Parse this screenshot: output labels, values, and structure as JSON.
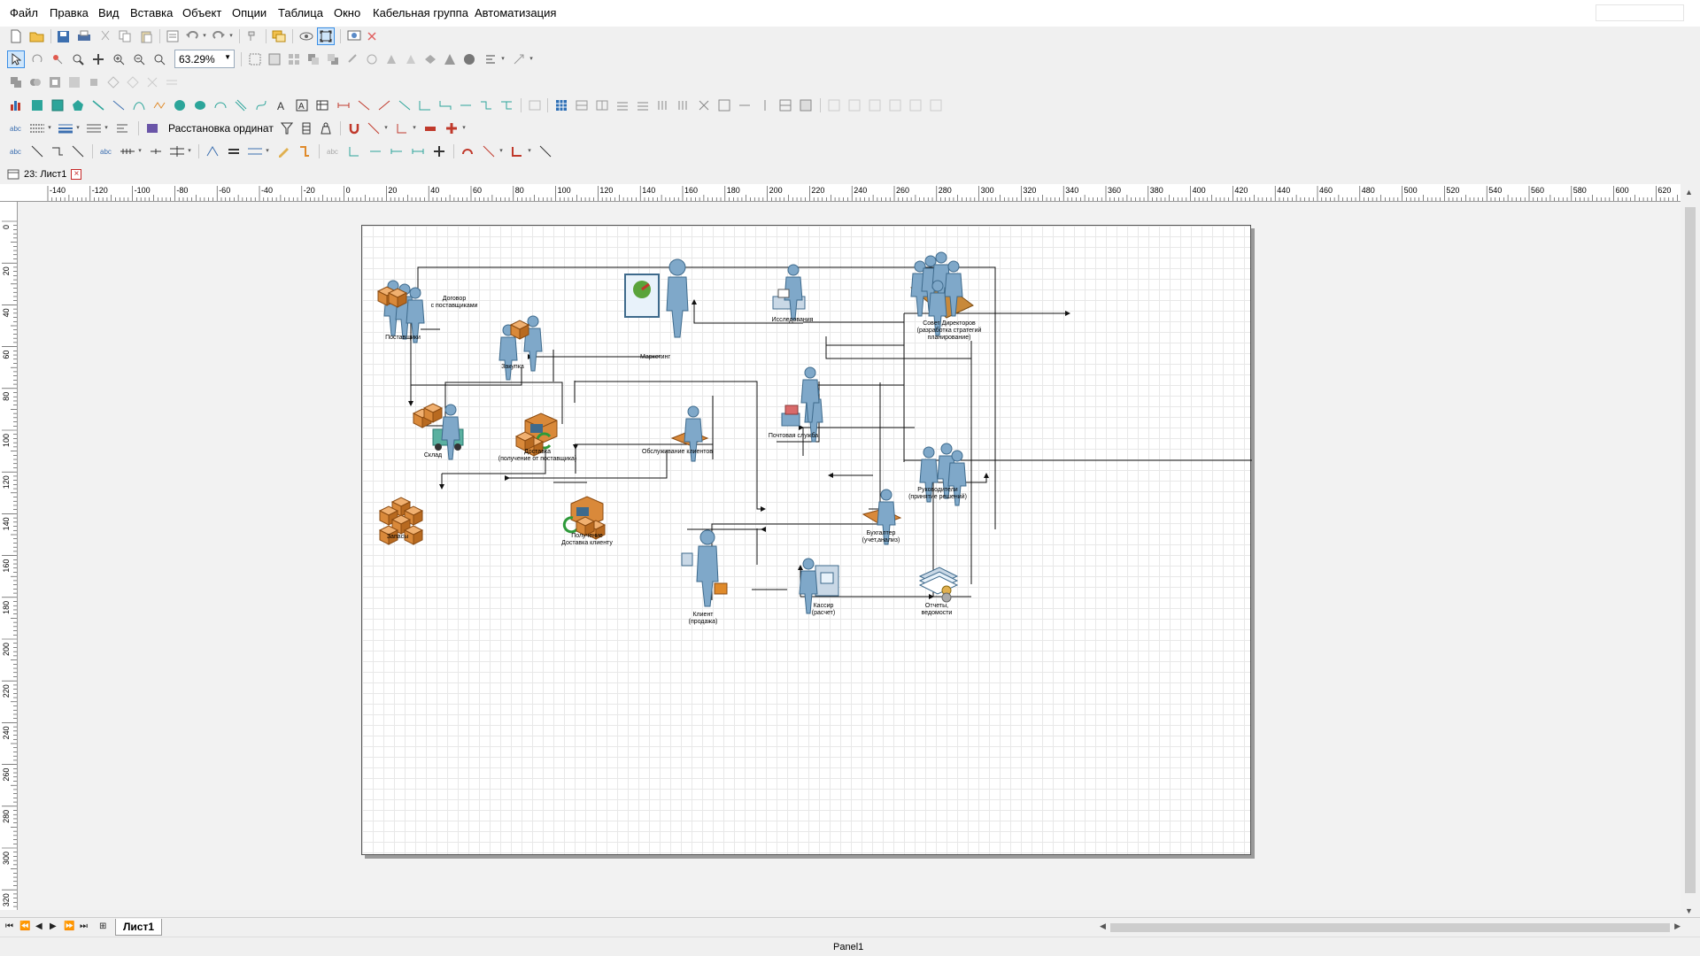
{
  "menu": {
    "file": "Файл",
    "edit": "Правка",
    "view": "Вид",
    "insert": "Вставка",
    "object": "Объект",
    "options": "Опции",
    "table": "Таблица",
    "window": "Окно",
    "cable_group": "Кабельная группа",
    "automation": "Автоматизация"
  },
  "toolbar": {
    "zoom_value": "63.29%",
    "ordinate_label": "Расстановка ординат"
  },
  "document_tab": {
    "title": "23: Лист1"
  },
  "ruler": {
    "h_ticks": [
      "-140",
      "-120",
      "-100",
      "-80",
      "-60",
      "-40",
      "-20",
      "0",
      "20",
      "40",
      "60",
      "80",
      "100",
      "120",
      "140",
      "160",
      "180",
      "200",
      "220",
      "240",
      "260",
      "280",
      "300",
      "320",
      "340",
      "360",
      "380",
      "400",
      "420",
      "440",
      "460",
      "480",
      "500",
      "520",
      "540",
      "560",
      "580",
      "600",
      "620"
    ],
    "v_ticks": [
      "0",
      "20",
      "40",
      "60",
      "80",
      "100",
      "120",
      "140",
      "160",
      "180",
      "200",
      "220",
      "240",
      "260",
      "280",
      "300",
      "320"
    ]
  },
  "diagram": {
    "labels": {
      "contract": "Договор\nс поставщиками",
      "suppliers": "Поставщики",
      "purchase": "Закупка",
      "marketing": "Маркетинг",
      "research": "Исследования",
      "board": "Совет Директоров\n(разработка стратегий\nпланирование)",
      "warehouse": "Склад",
      "delivery_in": "Доставка\n(получение от поставщика)",
      "customer_service": "Обслуживание клиентов",
      "mail": "Почтовая служба",
      "managers": "Руководители\n(принятие решений)",
      "stock": "Запасы",
      "delivery_out": "Получение\nДоставка клиенту",
      "accountant": "Бухгалтер\n(учет,анализ)",
      "client": "Клиент\n(продажа)",
      "cashier": "Кассир\n(расчет)",
      "reports": "Отчеты,\nведомости"
    }
  },
  "sheet_tab": {
    "label": "Лист1"
  },
  "status": {
    "panel": "Panel1"
  },
  "colors": {
    "person": "#7fa8c9",
    "box": "#d9893a",
    "accent": "#3a8ee6"
  }
}
